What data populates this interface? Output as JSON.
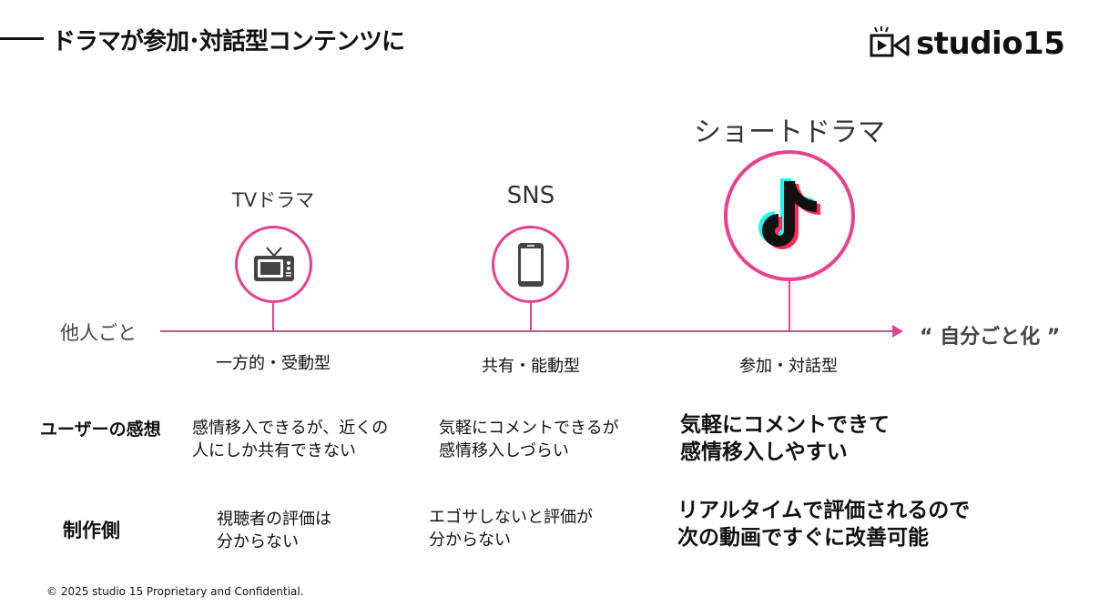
{
  "header": {
    "title": "ドラマが参加･対話型コンテンツに",
    "logo_text": "studio15"
  },
  "axis": {
    "left_label": "他人ごと",
    "right_label": "“ 自分ごと化 ”"
  },
  "stages": [
    {
      "title": "TVドラマ",
      "icon": "tv-icon",
      "subtitle": "一方的・受動型"
    },
    {
      "title": "SNS",
      "icon": "smartphone-icon",
      "subtitle": "共有・能動型"
    },
    {
      "title": "ショートドラマ",
      "icon": "tiktok-icon",
      "subtitle": "参加・対話型"
    }
  ],
  "rows": {
    "user": {
      "label": "ユーザーの感想",
      "cells": [
        "感情移入できるが、近くの\n人にしか共有できない",
        "気軽にコメントできるが\n感情移入しづらい",
        "気軽にコメントできて\n感情移入しやすい"
      ]
    },
    "creator": {
      "label": "制作側",
      "cells": [
        "視聴者の評価は\n分からない",
        "エゴサしないと評価が\n分からない",
        "リアルタイムで評価されるので\n次の動画ですぐに改善可能"
      ]
    }
  },
  "footer": "© 2025 studio 15 Proprietary and Confidential.",
  "colors": {
    "accent": "#e8408e",
    "tiktok_cyan": "#25f4ee",
    "tiktok_red": "#fe2c55"
  }
}
